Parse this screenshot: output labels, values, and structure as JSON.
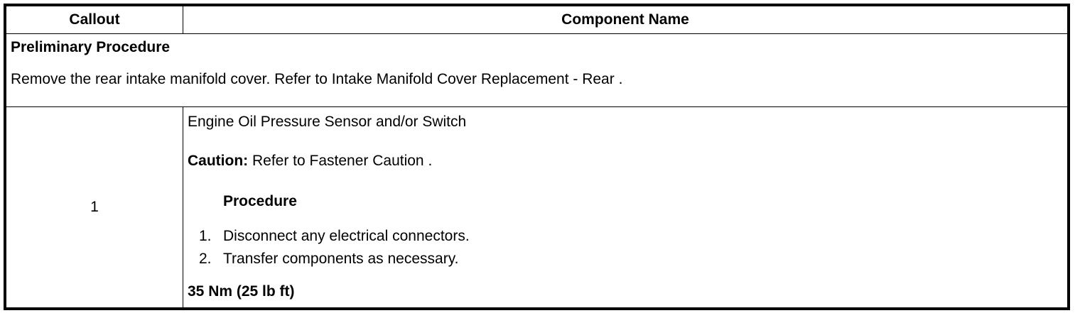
{
  "table": {
    "headers": {
      "callout": "Callout",
      "component_name": "Component Name"
    },
    "preliminary": {
      "title": "Preliminary Procedure",
      "text": "Remove the rear intake manifold cover. Refer to Intake Manifold Cover Replacement - Rear ."
    },
    "row": {
      "callout": "1",
      "component_name": "Engine Oil Pressure Sensor and/or Switch",
      "caution_label": "Caution:",
      "caution_text": " Refer to Fastener Caution .",
      "procedure_heading": "Procedure",
      "steps": [
        {
          "number": "1.",
          "text": "Disconnect any electrical connectors."
        },
        {
          "number": "2.",
          "text": "Transfer components as necessary."
        }
      ],
      "torque": "35 Nm (25 lb ft)"
    }
  }
}
